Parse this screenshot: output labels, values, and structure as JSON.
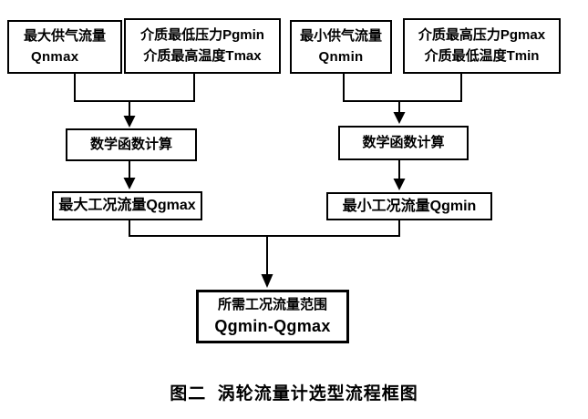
{
  "diagram": {
    "caption": "图二  涡轮流量计选型流程框图",
    "nodes": {
      "qnmax": {
        "line1": "最大供气流量",
        "line2": "Qnmax"
      },
      "pgmin_tmax": {
        "line1": "介质最低压力Pgmin",
        "line2": "介质最高温度Tmax"
      },
      "qnmin": {
        "line1": "最小供气流量",
        "line2": "Qnmin"
      },
      "pgmax_tmin": {
        "line1": "介质最高压力Pgmax",
        "line2": "介质最低温度Tmin"
      },
      "calc_left": {
        "label": "数学函数计算"
      },
      "calc_right": {
        "label": "数学函数计算"
      },
      "qgmax": {
        "label": "最大工况流量Qgmax"
      },
      "qgmin": {
        "label": "最小工况流量Qgmin"
      },
      "result": {
        "line1": "所需工况流量范围",
        "line2": "Qgmin-Qgmax"
      }
    },
    "colors": {
      "line": "#000000",
      "text": "#000000",
      "background": "#ffffff"
    }
  }
}
